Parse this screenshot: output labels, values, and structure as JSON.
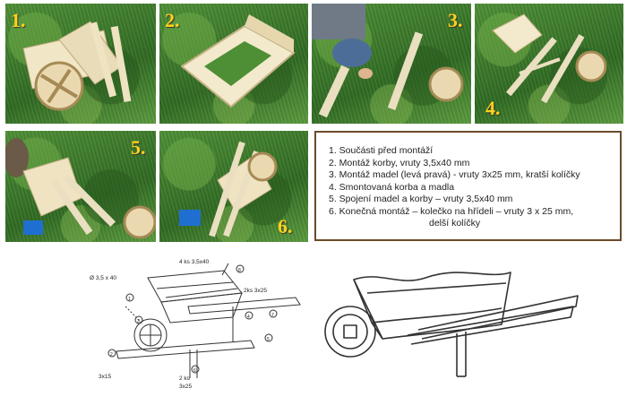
{
  "photos": [
    {
      "label": "1."
    },
    {
      "label": "2."
    },
    {
      "label": "3."
    },
    {
      "label": "4."
    },
    {
      "label": "5."
    },
    {
      "label": "6."
    }
  ],
  "legend": {
    "items": [
      "1. Součásti před montáží",
      "2. Montáž korby,  vruty 3,5x40 mm",
      "3. Montáž madel (levá pravá) - vruty 3x25 mm, kratší  kolíčky",
      "4. Smontovaná korba a madla",
      "5. Spojení madel a korby – vruty 3,5x40 mm",
      "6. Konečná montáž – kolečko na hřídeli – vruty 3 x 25 mm,"
    ],
    "continuation": "delší kolíčky"
  },
  "drawing": {
    "labels": {
      "top_count": "4 ks  3,5x40",
      "left_dim": "Ø 3,5 x 40",
      "right_dim_a": "2ks 3x25",
      "bottom_dim_a": "3x15",
      "bottom_count": "2 ks",
      "bottom_dim_b": "3x25",
      "part1": "1",
      "part2": "2",
      "part3": "3",
      "part4": "4",
      "part5": "5",
      "part6": "6",
      "part7": "7",
      "part8": "8"
    }
  }
}
